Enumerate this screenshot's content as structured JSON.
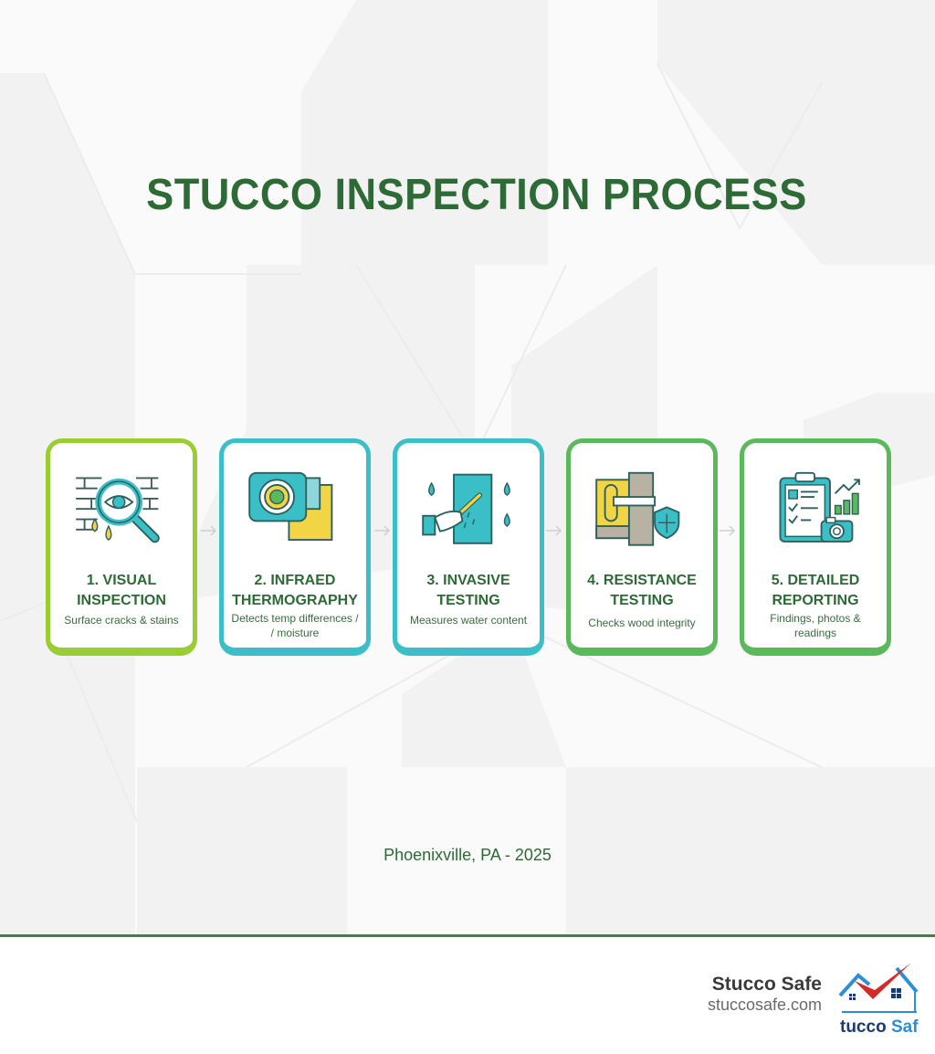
{
  "title": "STUCCO INSPECTION PROCESS",
  "steps": [
    {
      "label_line1": "1. VISUAL",
      "label_line2": "INSPECTION",
      "desc_line1": "Surface cracks & stains",
      "desc_line2": "",
      "icon": "magnifier-eye-wall-icon",
      "border_color": "#9acd32"
    },
    {
      "label_line1": "2. INFRAED",
      "label_line2": "THERMOGRAPHY",
      "desc_line1": "Detects temp differences /",
      "desc_line2": "/ moisture",
      "icon": "thermal-camera-icon",
      "border_color": "#3bbfc6"
    },
    {
      "label_line1": "3. INVASIVE",
      "label_line2": "TESTING",
      "desc_line1": "Measures water content",
      "desc_line2": "",
      "icon": "probe-hand-water-icon",
      "border_color": "#3bbfc6"
    },
    {
      "label_line1": "4. RESISTANCE",
      "label_line2": "TESTING",
      "desc_line1": "Checks wood integrity",
      "desc_line2": "",
      "icon": "wood-shield-icon",
      "border_color": "#5cb85c"
    },
    {
      "label_line1": "5. DETAILED",
      "label_line2": "REPORTING",
      "desc_line1": "Findings, photos &",
      "desc_line2": "readings",
      "icon": "clipboard-camera-chart-icon",
      "border_color": "#5cb85c"
    }
  ],
  "location": "Phoenixville, PA - 2025",
  "footer": {
    "brand_name": "Stucco Safe",
    "brand_url": "stuccosafe.com",
    "logo_text_dark": "tucco ",
    "logo_text_light": "Saf"
  },
  "colors": {
    "title": "#2e6a36",
    "rule": "#4a7a4e",
    "teal": "#3bbfc6",
    "yellow": "#f2d544",
    "logo_red": "#d42a2a",
    "logo_blue": "#2a8fd6",
    "logo_navy": "#1d3a6e"
  }
}
